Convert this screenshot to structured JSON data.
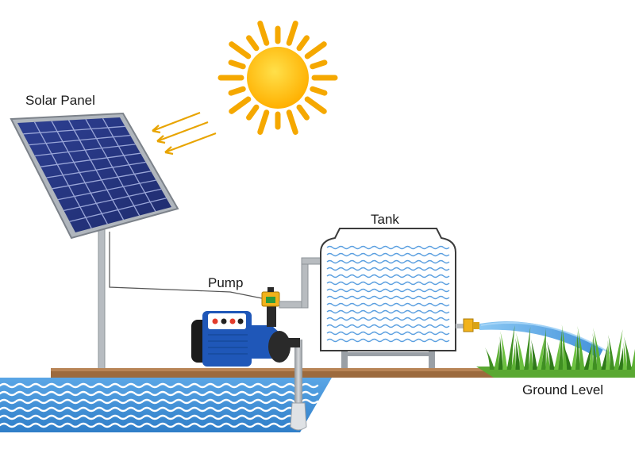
{
  "labels": {
    "solar_panel": "Solar Panel",
    "tank": "Tank",
    "pump": "Pump",
    "ground_level": "Ground Level"
  },
  "colors": {
    "sun": "#FFC21A",
    "sun_ray": "#F5A800",
    "panel_frame": "#9aa2aa",
    "panel_cell": "#2a3a86",
    "water": "#3f8fd6",
    "water_wave": "#ffffff",
    "ground": "#9c6a3e",
    "grass": "#4a9a28",
    "pump_body": "#1f57b8",
    "motor": "#1b1b1b",
    "valve": "#f2b21a",
    "pipe": "#b8bcc0"
  },
  "icons": [
    "sun-icon",
    "solar-panel-icon",
    "pump-icon",
    "tank-icon",
    "grass-icon",
    "water-stream-icon"
  ]
}
